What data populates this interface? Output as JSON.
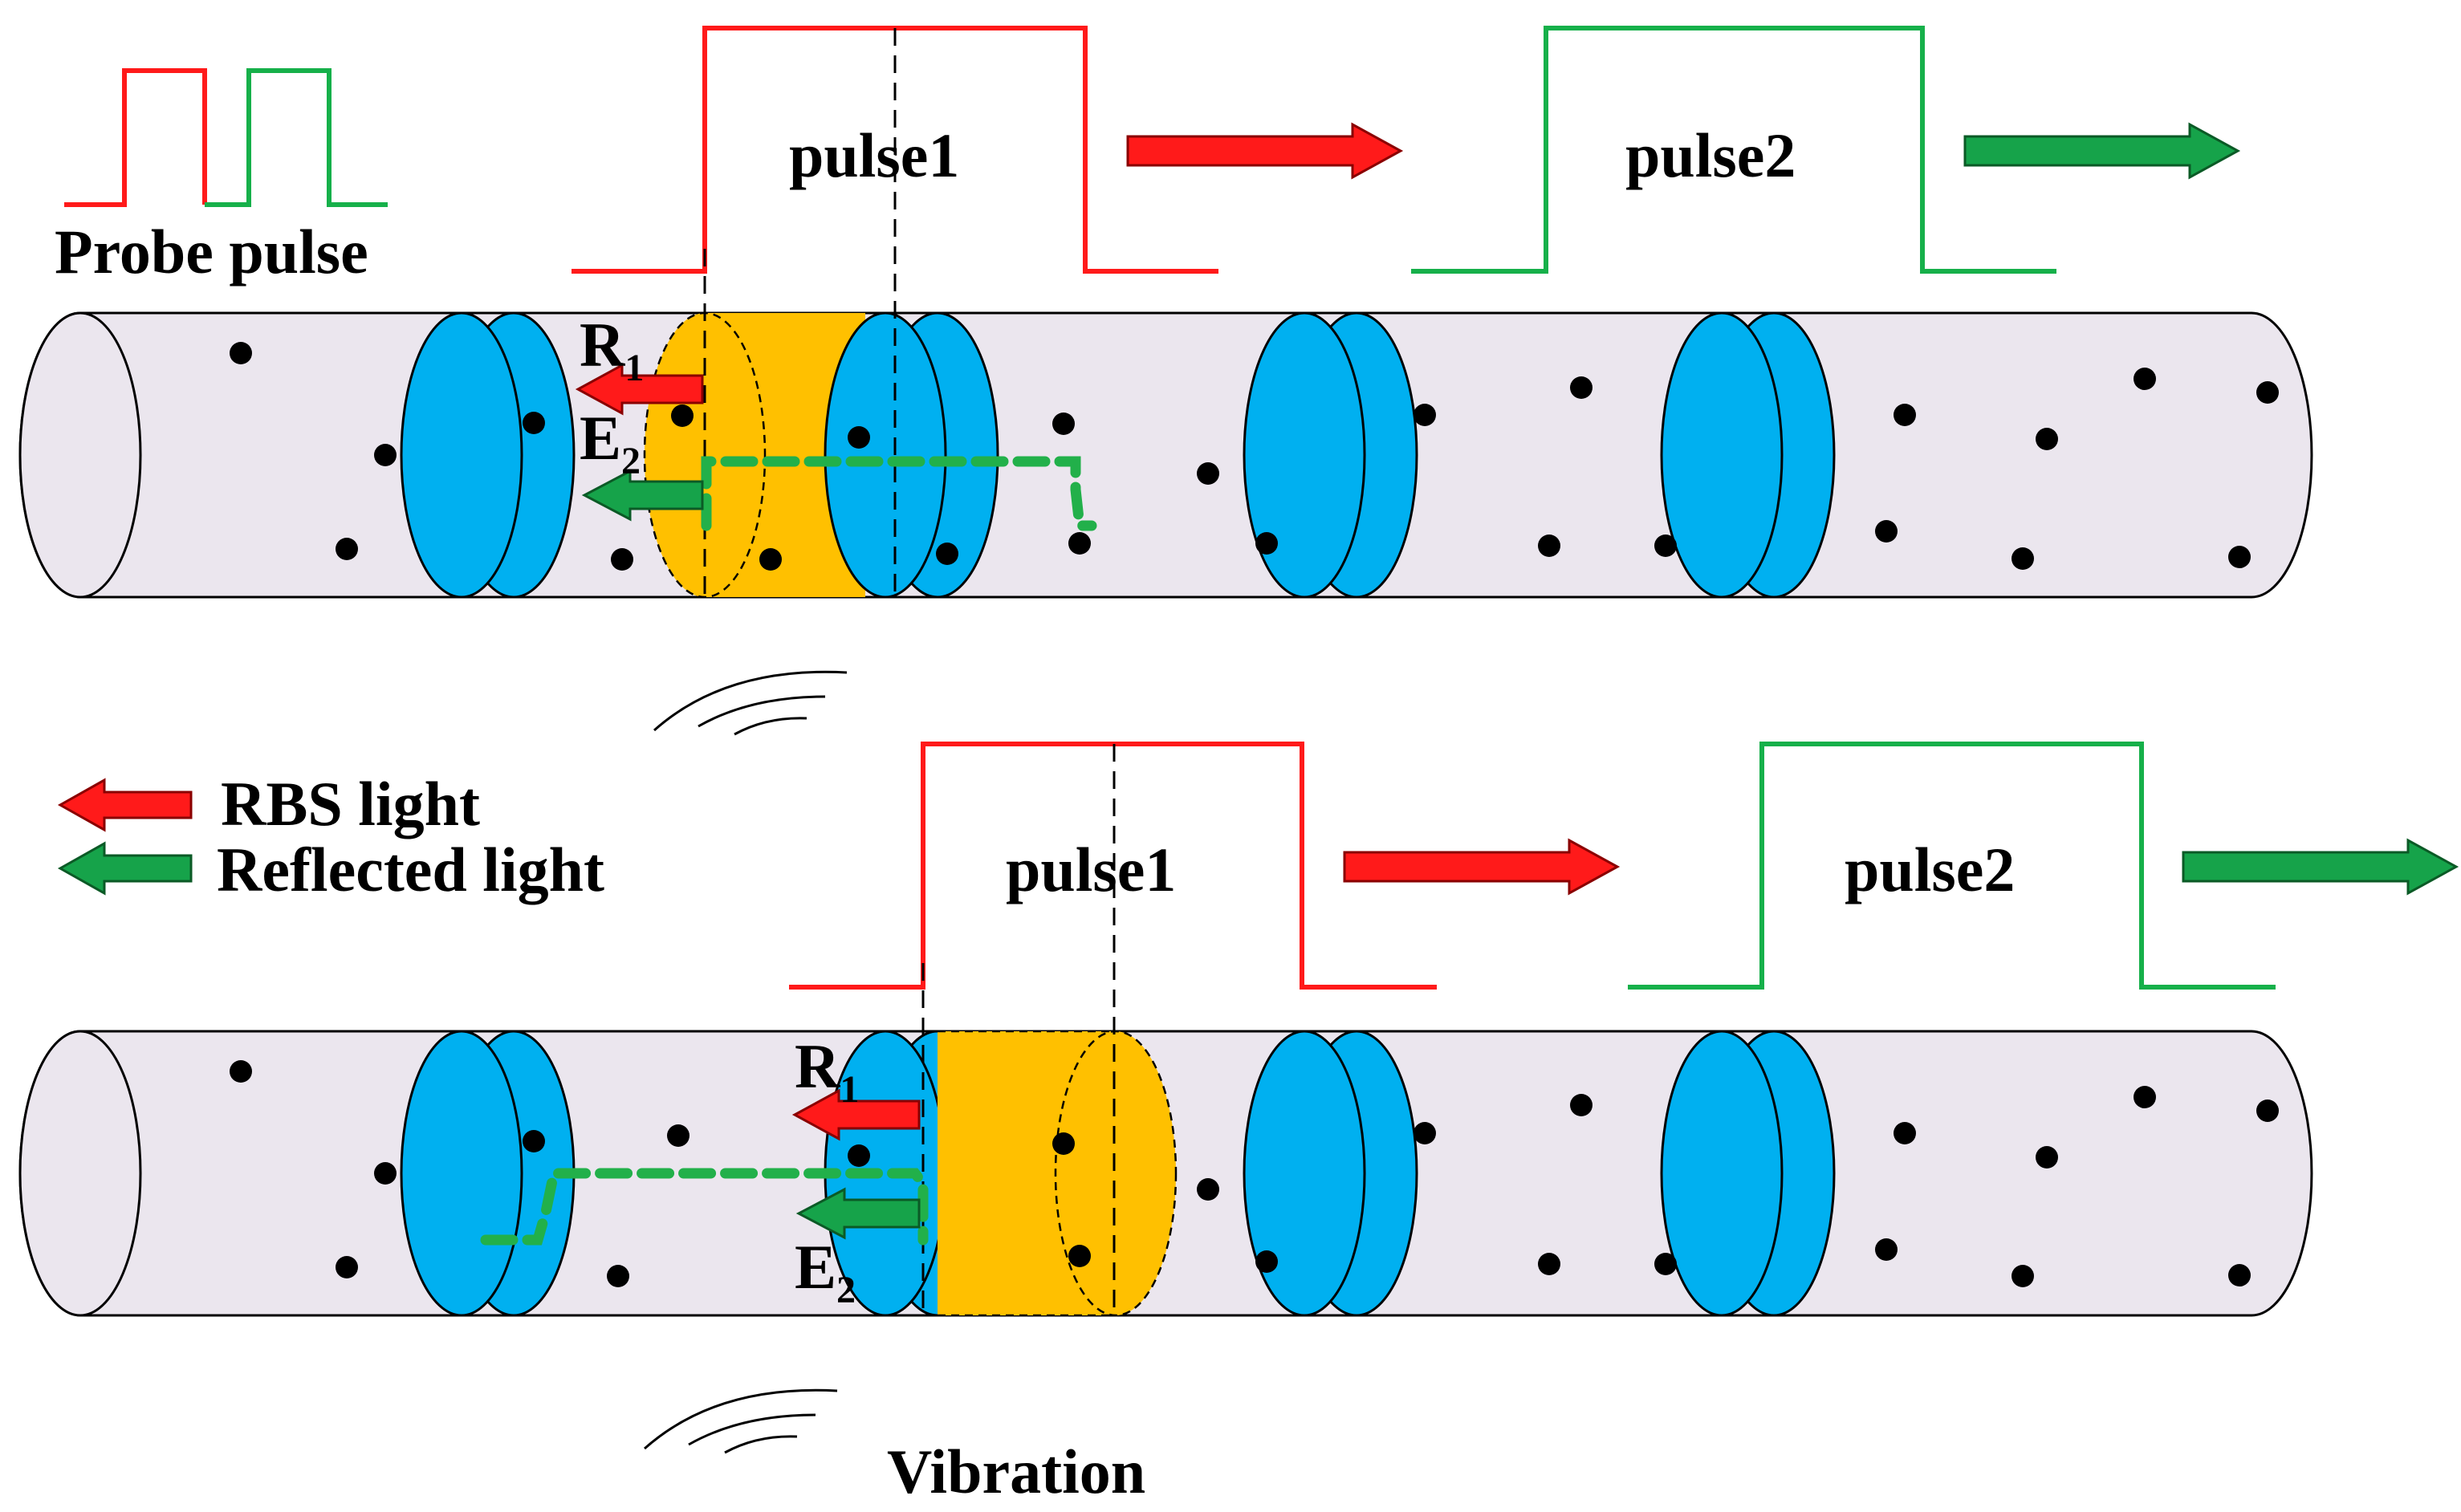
{
  "legend": {
    "probe_pulse": "Probe pulse",
    "rbs_light": "RBS light",
    "reflected_light": "Reflected light"
  },
  "panel_top": {
    "pulse1_label": "pulse1",
    "pulse2_label": "pulse2",
    "r_main": "R",
    "r_sub": "1",
    "e_main": "E",
    "e_sub": "2"
  },
  "panel_bottom": {
    "pulse1_label": "pulse1",
    "pulse2_label": "pulse2",
    "r_main": "R",
    "r_sub": "1",
    "e_main": "E",
    "e_sub": "2",
    "vibration_label": "Vibration"
  },
  "colors": {
    "pulse1": "#ff1a1a",
    "pulse2": "#16b04a",
    "grating": "#00b0f0",
    "vibration_segment": "#ffc000",
    "fiber": "#ebe6ee"
  }
}
